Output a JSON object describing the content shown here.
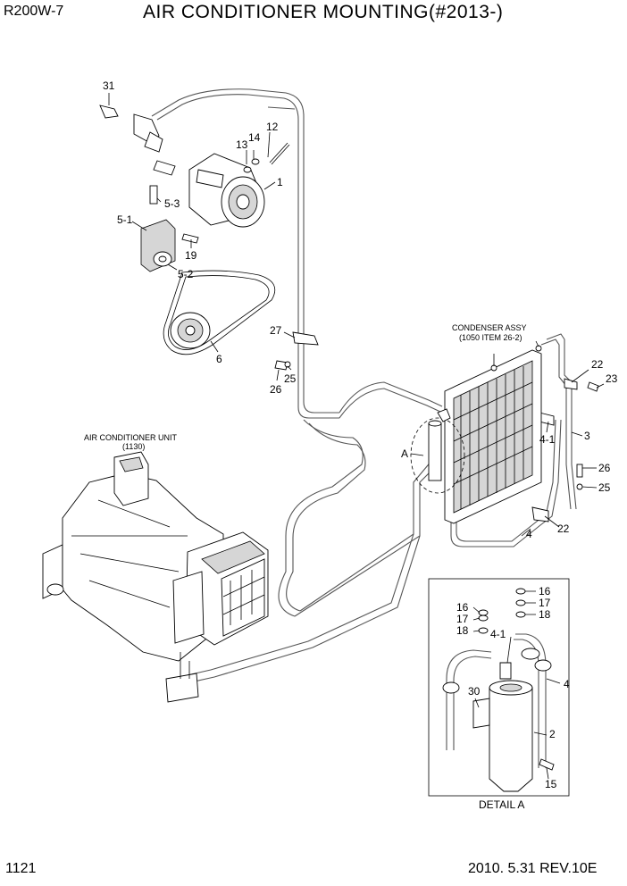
{
  "header": {
    "model": "R200W-7",
    "title": "AIR CONDITIONER MOUNTING(#2013-)"
  },
  "footer": {
    "page": "1121",
    "revision": "2010. 5.31  REV.10E"
  },
  "callouts": {
    "c31": "31",
    "c12": "12",
    "c13": "13",
    "c14": "14",
    "c1": "1",
    "c5_3": "5-3",
    "c5_1": "5-1",
    "c19": "19",
    "c5_2": "5-2",
    "c6": "6",
    "c27": "27",
    "c26a": "26",
    "c25a": "25",
    "c22a": "22",
    "c23": "23",
    "c4_1": "4-1",
    "c3": "3",
    "c26b": "26",
    "c25b": "25",
    "c22b": "22",
    "c4": "4",
    "cA": "A",
    "d16a": "16",
    "d17a": "17",
    "d18a": "18",
    "d16b": "16",
    "d17b": "17",
    "d18b": "18",
    "d4_1": "4-1",
    "d4": "4",
    "d30": "30",
    "d2": "2",
    "d15": "15"
  },
  "labels": {
    "condenser": "CONDENSER ASSY",
    "condenser_ref": "(1050 ITEM 26-2)",
    "ac_unit": "AIR CONDITIONER UNIT",
    "ac_unit_ref": "(1130)",
    "detail": "DETAIL A"
  }
}
